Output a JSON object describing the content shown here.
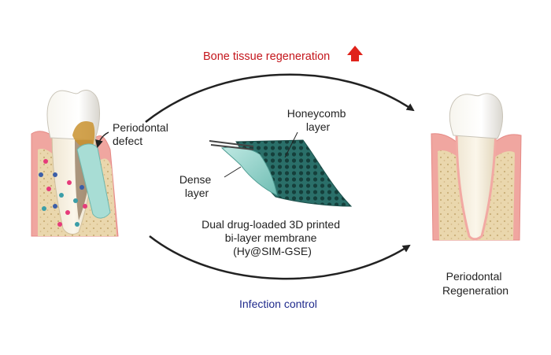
{
  "labels": {
    "top_arrow": "Bone tissue regeneration",
    "bottom_arrow": "Infection control",
    "periodontal_defect": [
      "Periodontal",
      "defect"
    ],
    "honeycomb_layer": [
      "Honeycomb",
      "layer"
    ],
    "dense_layer": [
      "Dense",
      "layer"
    ],
    "membrane": [
      "Dual drug-loaded 3D printed",
      "bi-layer membrane",
      "(Hy@SIM-GSE)"
    ],
    "result": [
      "Periodontal",
      "Regeneration"
    ]
  },
  "colors": {
    "bone_arrow_text": "#c4161c",
    "infection_text": "#1f2a8c",
    "up_arrow": "#e0231b",
    "gum": "#f2a9a3",
    "bone": "#e7d3a6",
    "membrane": "#2f7f78",
    "dense_layer": "#9fd6cf"
  },
  "icons": {
    "up_arrow": "red-up-arrow-icon"
  }
}
